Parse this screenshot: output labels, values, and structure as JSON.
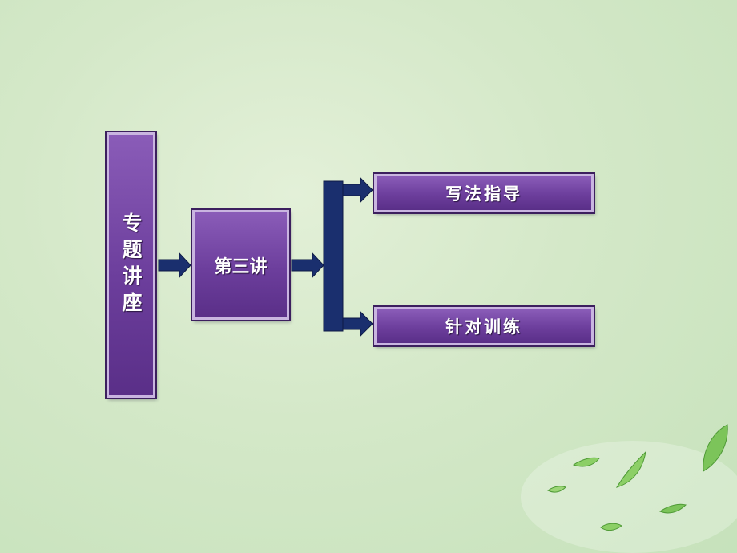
{
  "diagram": {
    "topic_label": "专题讲座",
    "lecture_label": "第三讲",
    "branches": [
      {
        "label": "写法指导"
      },
      {
        "label": "针对训练"
      }
    ]
  },
  "colors": {
    "box_fill": "#6c3e9c",
    "box_border": "#c9b5e0",
    "arrow": "#1a2f6e",
    "background": "#d4e8c8",
    "leaf": "#7cc45a"
  }
}
